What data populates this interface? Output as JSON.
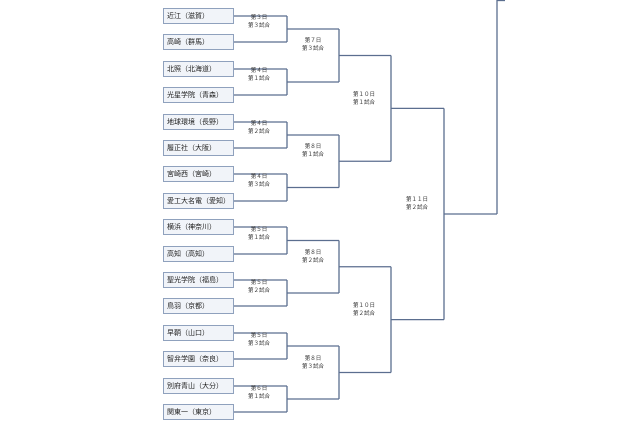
{
  "teams": [
    "近江（滋賀）",
    "高崎（群馬）",
    "北照（北海道）",
    "光星学院（青森）",
    "地球環境（長野）",
    "履正社（大阪）",
    "宮崎西（宮崎）",
    "愛工大名電（愛知）",
    "横浜（神奈川）",
    "高知（高知）",
    "聖光学院（福島）",
    "鳥羽（京都）",
    "早鞆（山口）",
    "智弁学園（奈良）",
    "別府青山（大分）",
    "関東一（東京）"
  ],
  "round1": [
    {
      "day": "第３日",
      "game": "第３試合"
    },
    {
      "day": "第４日",
      "game": "第１試合"
    },
    {
      "day": "第４日",
      "game": "第２試合"
    },
    {
      "day": "第４日",
      "game": "第３試合"
    },
    {
      "day": "第５日",
      "game": "第１試合"
    },
    {
      "day": "第５日",
      "game": "第２試合"
    },
    {
      "day": "第５日",
      "game": "第３試合"
    },
    {
      "day": "第６日",
      "game": "第１試合"
    }
  ],
  "round2": [
    {
      "day": "第７日",
      "game": "第３試合"
    },
    {
      "day": "第８日",
      "game": "第１試合"
    },
    {
      "day": "第８日",
      "game": "第２試合"
    },
    {
      "day": "第８日",
      "game": "第３試合"
    }
  ],
  "round3": [
    {
      "day": "第１０日",
      "game": "第１試合"
    },
    {
      "day": "第１０日",
      "game": "第２試合"
    }
  ],
  "round4": [
    {
      "day": "第１１日",
      "game": "第２試合"
    }
  ]
}
